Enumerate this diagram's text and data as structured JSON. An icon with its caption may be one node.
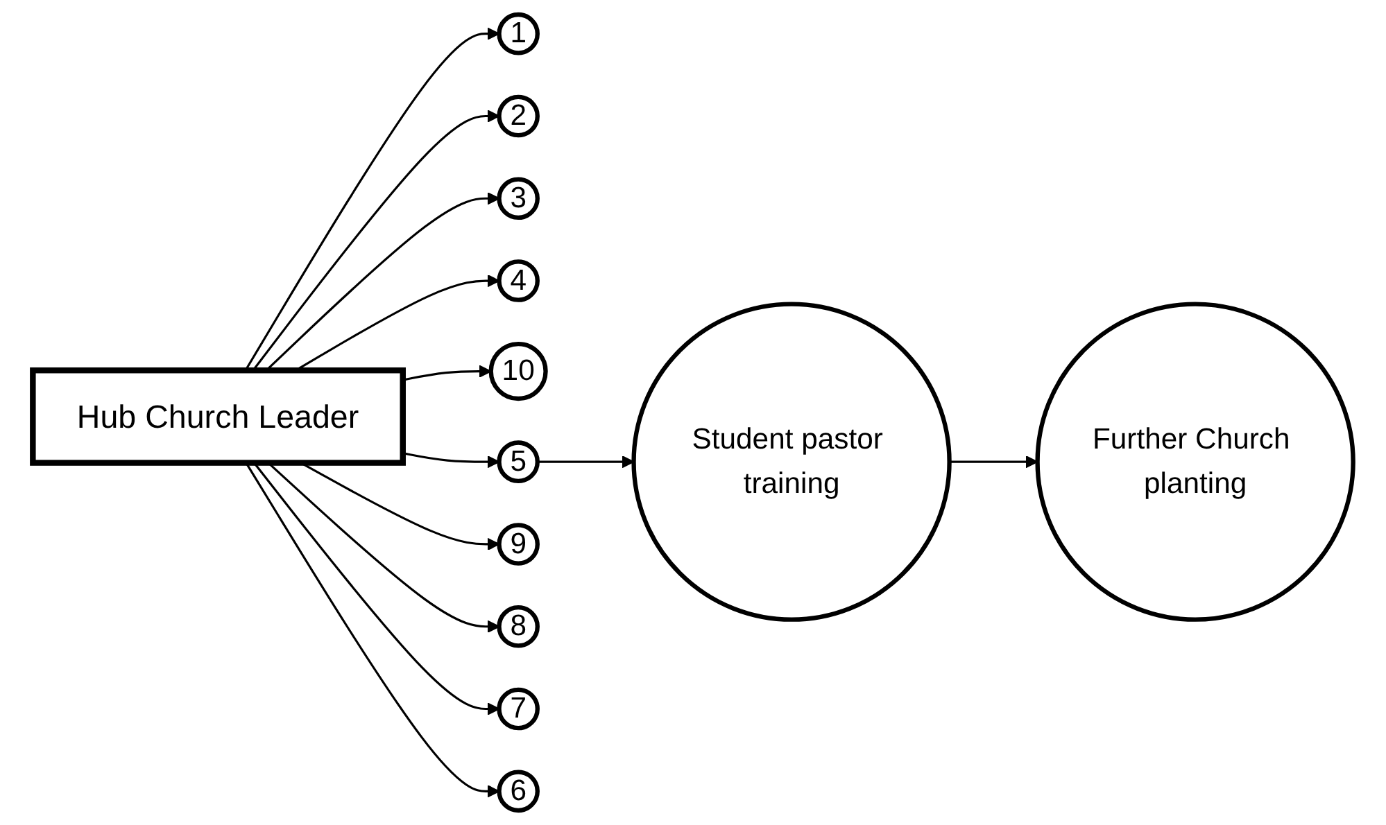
{
  "diagram": {
    "nodes": [
      {
        "text": [
          "1"
        ]
      },
      {
        "text": [
          "2"
        ]
      },
      {
        "text": [
          "3"
        ]
      },
      {
        "text": [
          "4"
        ]
      },
      {
        "text": [
          "10"
        ]
      },
      {
        "text": [
          "Hub Church Leader"
        ]
      },
      {
        "text": [
          "5"
        ]
      },
      {
        "text": [
          "Student pastor training"
        ]
      },
      {
        "text": [
          "9"
        ]
      },
      {
        "text": [
          "8"
        ]
      },
      {
        "text": [
          "7"
        ]
      },
      {
        "text": [
          "6"
        ]
      },
      {
        "text": [
          "Further Church planting"
        ]
      }
    ],
    "edges": [
      {
        "from": 5,
        "to": 0,
        "arrow": "to"
      },
      {
        "from": 5,
        "to": 1,
        "arrow": "to"
      },
      {
        "from": 5,
        "to": 2,
        "arrow": "to"
      },
      {
        "from": 5,
        "to": 3,
        "arrow": "to"
      },
      {
        "from": 5,
        "to": 6,
        "arrow": "to"
      },
      {
        "from": 5,
        "to": 11,
        "arrow": "to"
      },
      {
        "from": 5,
        "to": 10,
        "arrow": "to"
      },
      {
        "from": 5,
        "to": 9,
        "arrow": "to"
      },
      {
        "from": 5,
        "to": 8,
        "arrow": "to"
      },
      {
        "from": 5,
        "to": 4,
        "arrow": "to"
      },
      {
        "from": 6,
        "to": 7,
        "arrow": "to"
      },
      {
        "from": 7,
        "to": 12,
        "arrow": "to"
      }
    ]
  }
}
